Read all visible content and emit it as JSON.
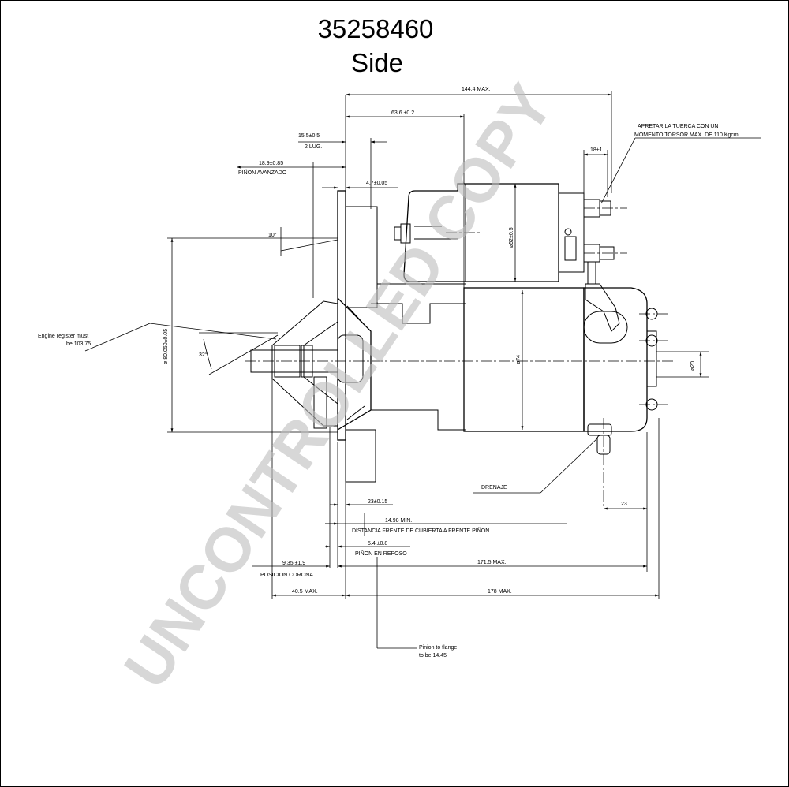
{
  "header": {
    "part_number": "35258460",
    "view": "Side"
  },
  "watermark": "UNCONTROLLED COPY",
  "dimensions": {
    "max_144": "144.4 MAX.",
    "d_63_6": "63.6  ±0.2",
    "d_15_5": "15.5±0.5",
    "lug": "2 LUG.",
    "d_18_9": "18.9±0.85",
    "pinon_avanzado": "PIÑON AVANZADO",
    "d_4_7": "4.7±0.05",
    "angle_10": "10°",
    "angle_32": "32°",
    "flange_dia": "ø 80.050±0.05",
    "dia_52": "ø52±0.5",
    "dia_74": "ø74",
    "dia_20": "ø20",
    "d_18_1": "18±1",
    "d_23_15": "23±0.15",
    "d_14_98": "14.98 MIN.",
    "distancia": "DISTANCIA FRENTE DE CUBIERTA A FRENTE PIÑON",
    "d_5_4": "5.4  ±0.8",
    "pinon_reposo": "PIÑON EN REPOSO",
    "d_9_35": "9.35  ±1.9",
    "posicion_corona": "POSICION CORONA",
    "max_171": "171.5 MAX.",
    "max_40": "40.5 MAX.",
    "max_178": "178 MAX.",
    "d_23": "23"
  },
  "notes": {
    "apretar_1": "APRETAR LA TUERCA CON UN",
    "apretar_2": "MOMENTO TORSOR MAX. DE 110 Kgcm.",
    "engine_1": "Engine register must",
    "engine_2": "be 103.75",
    "drenaje": "DRENAJE",
    "pinion_1": "Pinion to flange",
    "pinion_2": "to be 14.45"
  }
}
